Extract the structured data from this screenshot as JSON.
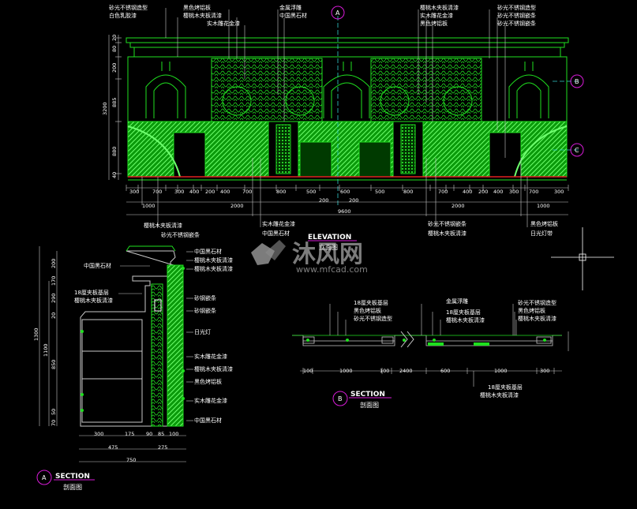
{
  "colors": {
    "background": "#000000",
    "green": "#1fe01f",
    "dim_line": "#c8c8c8",
    "magenta": "#d81bd8",
    "red": "#e02020",
    "cyan": "#33cccc"
  },
  "elevation": {
    "top_labels": [
      "砂光不锈钢造型",
      "白色乳胶漆",
      "黑色烤铝板",
      "樱桃木夹板清漆",
      "实木雕花金漆",
      "金属浮雕",
      "中国黑石材",
      "樱桃木夹板清漆",
      "实木雕花金漆",
      "黑色烤铝板",
      "砂光不锈钢造型",
      "砂光不锈钢嵌条",
      "砂光不锈钢嵌条"
    ],
    "bottom_labels": [
      "樱桃木夹板清漆",
      "砂光不锈钢嵌条",
      "实木雕花金漆",
      "中国黑石材",
      "砂光不锈钢嵌条",
      "樱桃木夹板清漆",
      "黑色烤铝板",
      "日光灯带"
    ],
    "title": "ELEVATION",
    "subtitle": "立面图",
    "bubbles": [
      "A",
      "B",
      "C"
    ],
    "vdims": [
      "20",
      "80",
      "200",
      "885",
      "880",
      "40",
      "3200"
    ],
    "row1": [
      "300",
      "700",
      "300",
      "400",
      "200",
      "400",
      "700",
      "800",
      "500",
      "600",
      "500",
      "800",
      "700",
      "400",
      "200",
      "400",
      "300",
      "700",
      "300"
    ],
    "row2": [
      "1000",
      "2000",
      "200",
      "200",
      "2000",
      "1000"
    ],
    "total": "9600"
  },
  "section_a": {
    "left_labels": [
      "中国黑石材",
      "18厘夹板基层",
      "樱桃木夹板清漆"
    ],
    "right_labels": [
      "中国黑石材",
      "樱桃木夹板清漆",
      "樱桃木夹板清漆",
      "砂钢嵌条",
      "砂钢嵌条",
      "日光灯",
      "实木雕花金漆",
      "樱桃木夹板清漆",
      "黑色烤铝板",
      "实木雕花金漆",
      "中国黑石材"
    ],
    "vdims": [
      "200",
      "170",
      "290",
      "20",
      "850",
      "50",
      "70",
      "1100",
      "1300"
    ],
    "hdims1": [
      "300",
      "175",
      "90",
      "85",
      "100"
    ],
    "hdims2": [
      "475",
      "275"
    ],
    "total": "750",
    "title": "SECTION",
    "subtitle": "剖面图",
    "bubble": "A"
  },
  "section_b": {
    "labels": [
      "18厘夹板基层",
      "黑色烤铝板",
      "砂光不锈钢造型",
      "金属浮雕",
      "18厘夹板基层",
      "樱桃木夹板清漆",
      "砂光不锈钢造型",
      "黑色烤铝板",
      "樱桃木夹板清漆"
    ],
    "bottom_labels": [
      "18厘夹板基层",
      "樱桃木夹板清漆"
    ],
    "dims": [
      "100",
      "1000",
      "100",
      "2400",
      "600",
      "1000",
      "300"
    ],
    "title": "SECTION",
    "subtitle": "剖面图",
    "bubble": "B"
  },
  "watermark": {
    "brand": "沐风网",
    "url": "www.mfcad.com"
  }
}
